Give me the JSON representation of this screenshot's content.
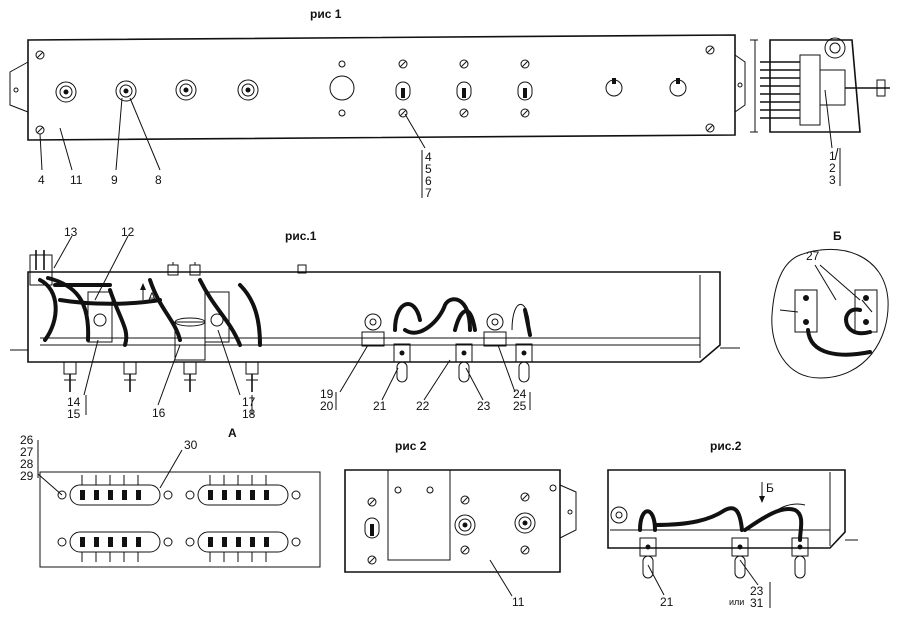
{
  "captions": {
    "fig1_top": "рис 1",
    "fig1_mid": "рис.1",
    "view_b": "Б",
    "view_a": "А",
    "view_a_arrow": "А",
    "fig2_left": "рис 2",
    "fig2_right": "рис.2",
    "arrow_b": "Б",
    "or_text": "или"
  },
  "callouts": {
    "c1": "1",
    "c2": "2",
    "c3": "3",
    "c4a": "4",
    "c4b": "4",
    "c5": "5",
    "c6": "6",
    "c7": "7",
    "c8": "8",
    "c9": "9",
    "c11a": "11",
    "c11b": "11",
    "c12": "12",
    "c13": "13",
    "c14": "14",
    "c15": "15",
    "c16": "16",
    "c17": "17",
    "c18": "18",
    "c19": "19",
    "c20": "20",
    "c21a": "21",
    "c21b": "21",
    "c22": "22",
    "c23a": "23",
    "c23b": "23",
    "c24": "24",
    "c25": "25",
    "c26": "26",
    "c27a": "27",
    "c27b": "27",
    "c28": "28",
    "c29": "29",
    "c30": "30",
    "c31": "31"
  }
}
